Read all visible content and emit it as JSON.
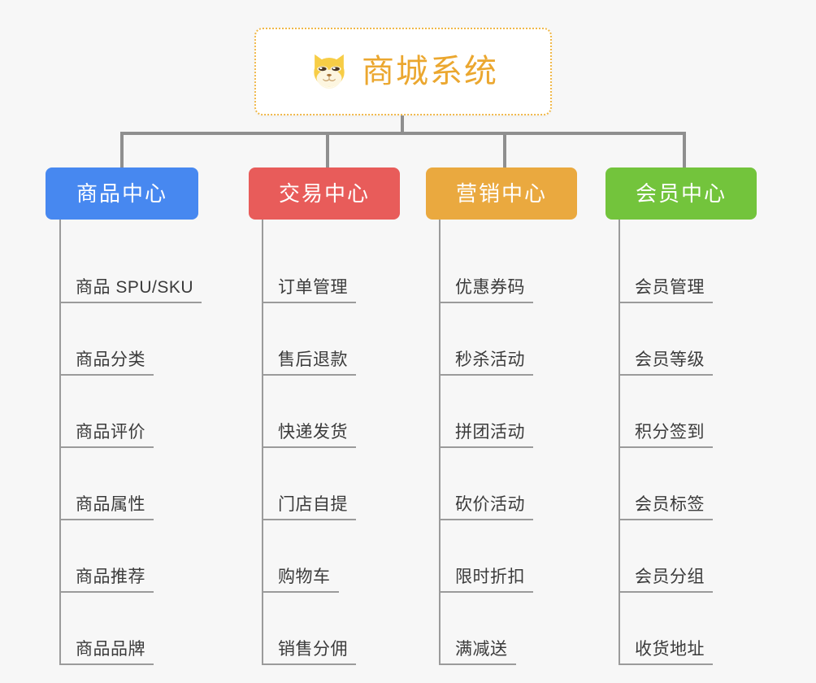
{
  "root": {
    "title": "商城系统",
    "icon": "shiba-dog-icon",
    "border_color": "#f0b849",
    "text_color": "#eba72f"
  },
  "connector_color": "#8f8f8f",
  "branches": [
    {
      "label": "商品中心",
      "color": "#4788f0",
      "items": [
        "商品 SPU/SKU",
        "商品分类",
        "商品评价",
        "商品属性",
        "商品推荐",
        "商品品牌"
      ]
    },
    {
      "label": "交易中心",
      "color": "#e85c5a",
      "items": [
        "订单管理",
        "售后退款",
        "快递发货",
        "门店自提",
        "购物车",
        "销售分佣"
      ]
    },
    {
      "label": "营销中心",
      "color": "#eaa93f",
      "items": [
        "优惠券码",
        "秒杀活动",
        "拼团活动",
        "砍价活动",
        "限时折扣",
        "满减送"
      ]
    },
    {
      "label": "会员中心",
      "color": "#73c43c",
      "items": [
        "会员管理",
        "会员等级",
        "积分签到",
        "会员标签",
        "会员分组",
        "收货地址"
      ]
    }
  ]
}
